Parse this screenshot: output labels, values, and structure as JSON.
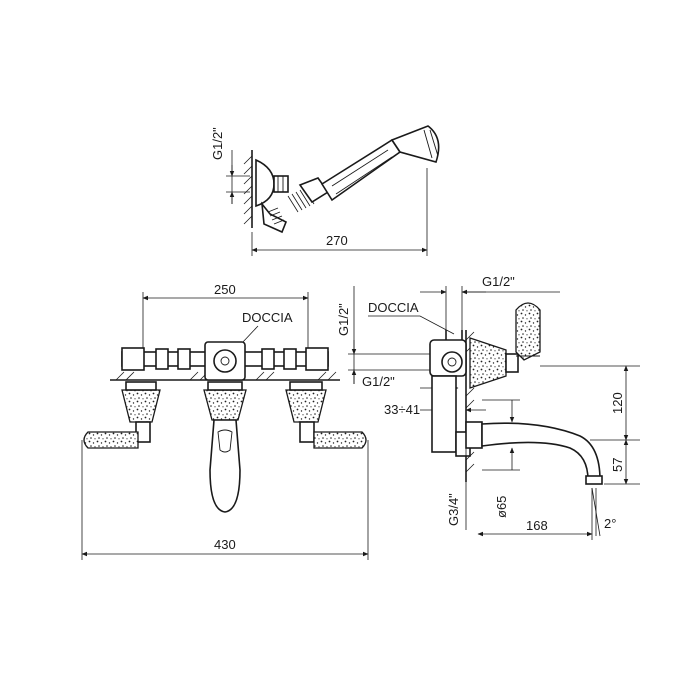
{
  "labels": {
    "shower_top_inlet": "G1/2\"",
    "shower_length": "270",
    "front_width": "250",
    "front_doccia": "DOCCIA",
    "front_total": "430",
    "side_top_thread": "G1/2\"",
    "side_doccia": "DOCCIA",
    "side_left_thread": "G1/2\"",
    "side_inlet_thread": "G1/2\"",
    "side_adjust": "33÷41",
    "side_height": "120",
    "side_drop": "57",
    "side_diameter": "ø65",
    "side_body_thread": "G3/4\"",
    "side_projection": "168",
    "side_angle": "2°"
  }
}
